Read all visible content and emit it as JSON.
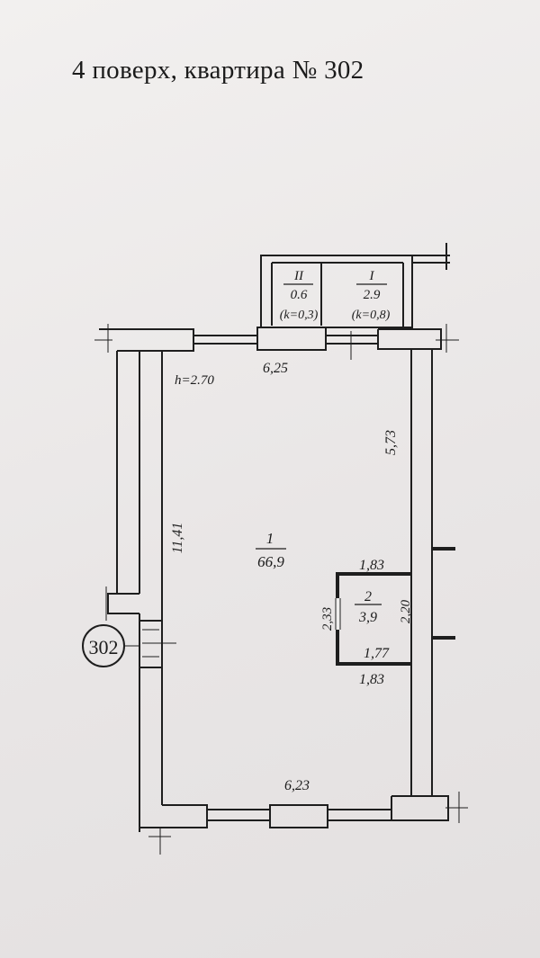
{
  "title": "4  поверх, квартира № 302",
  "apartment_marker": "302",
  "ceiling_height": "h=2.70",
  "rooms": {
    "main": {
      "number": "1",
      "area": "66,9"
    },
    "bath": {
      "number": "2",
      "area": "3,9"
    },
    "balcony_1": {
      "number": "I",
      "area": "2.9",
      "coef": "(k=0,8)"
    },
    "balcony_2": {
      "number": "II",
      "area": "0.6",
      "coef": "(k=0,3)"
    }
  },
  "dimensions": {
    "top_width": "6,25",
    "bottom_width": "6,23",
    "left_height": "11,41",
    "right_upper": "5,73",
    "bath_top": "1,83",
    "bath_inner_bottom": "1,77",
    "bath_bottom": "1,83",
    "bath_left": "2,33",
    "bath_right": "2,20"
  },
  "colors": {
    "line": "#1e1e1e",
    "paper": "#efedec"
  }
}
